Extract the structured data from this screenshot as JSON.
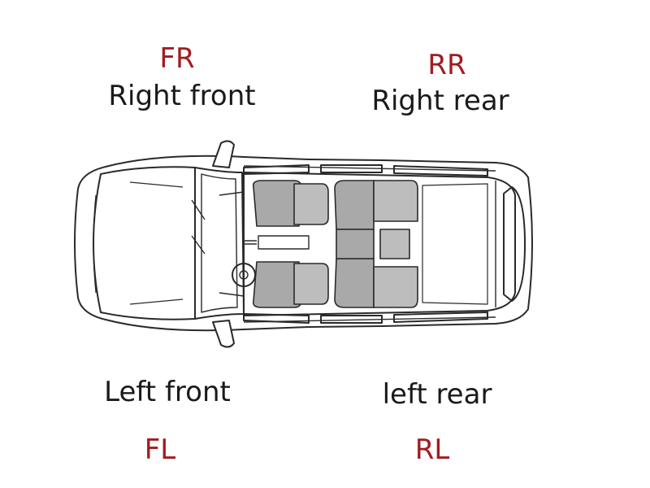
{
  "positions": {
    "fr": {
      "code": "FR",
      "label": "Right front"
    },
    "rr": {
      "code": "RR",
      "label": "Right rear"
    },
    "fl": {
      "code": "FL",
      "label": "Left front"
    },
    "rl": {
      "code": "RL",
      "label": "left rear"
    }
  },
  "colors": {
    "code_text": "#a11d21",
    "label_text": "#1a1a1a",
    "outline": "#2a2a2a",
    "seat_fill": "#a9a9a9",
    "body_fill": "#ffffff"
  }
}
